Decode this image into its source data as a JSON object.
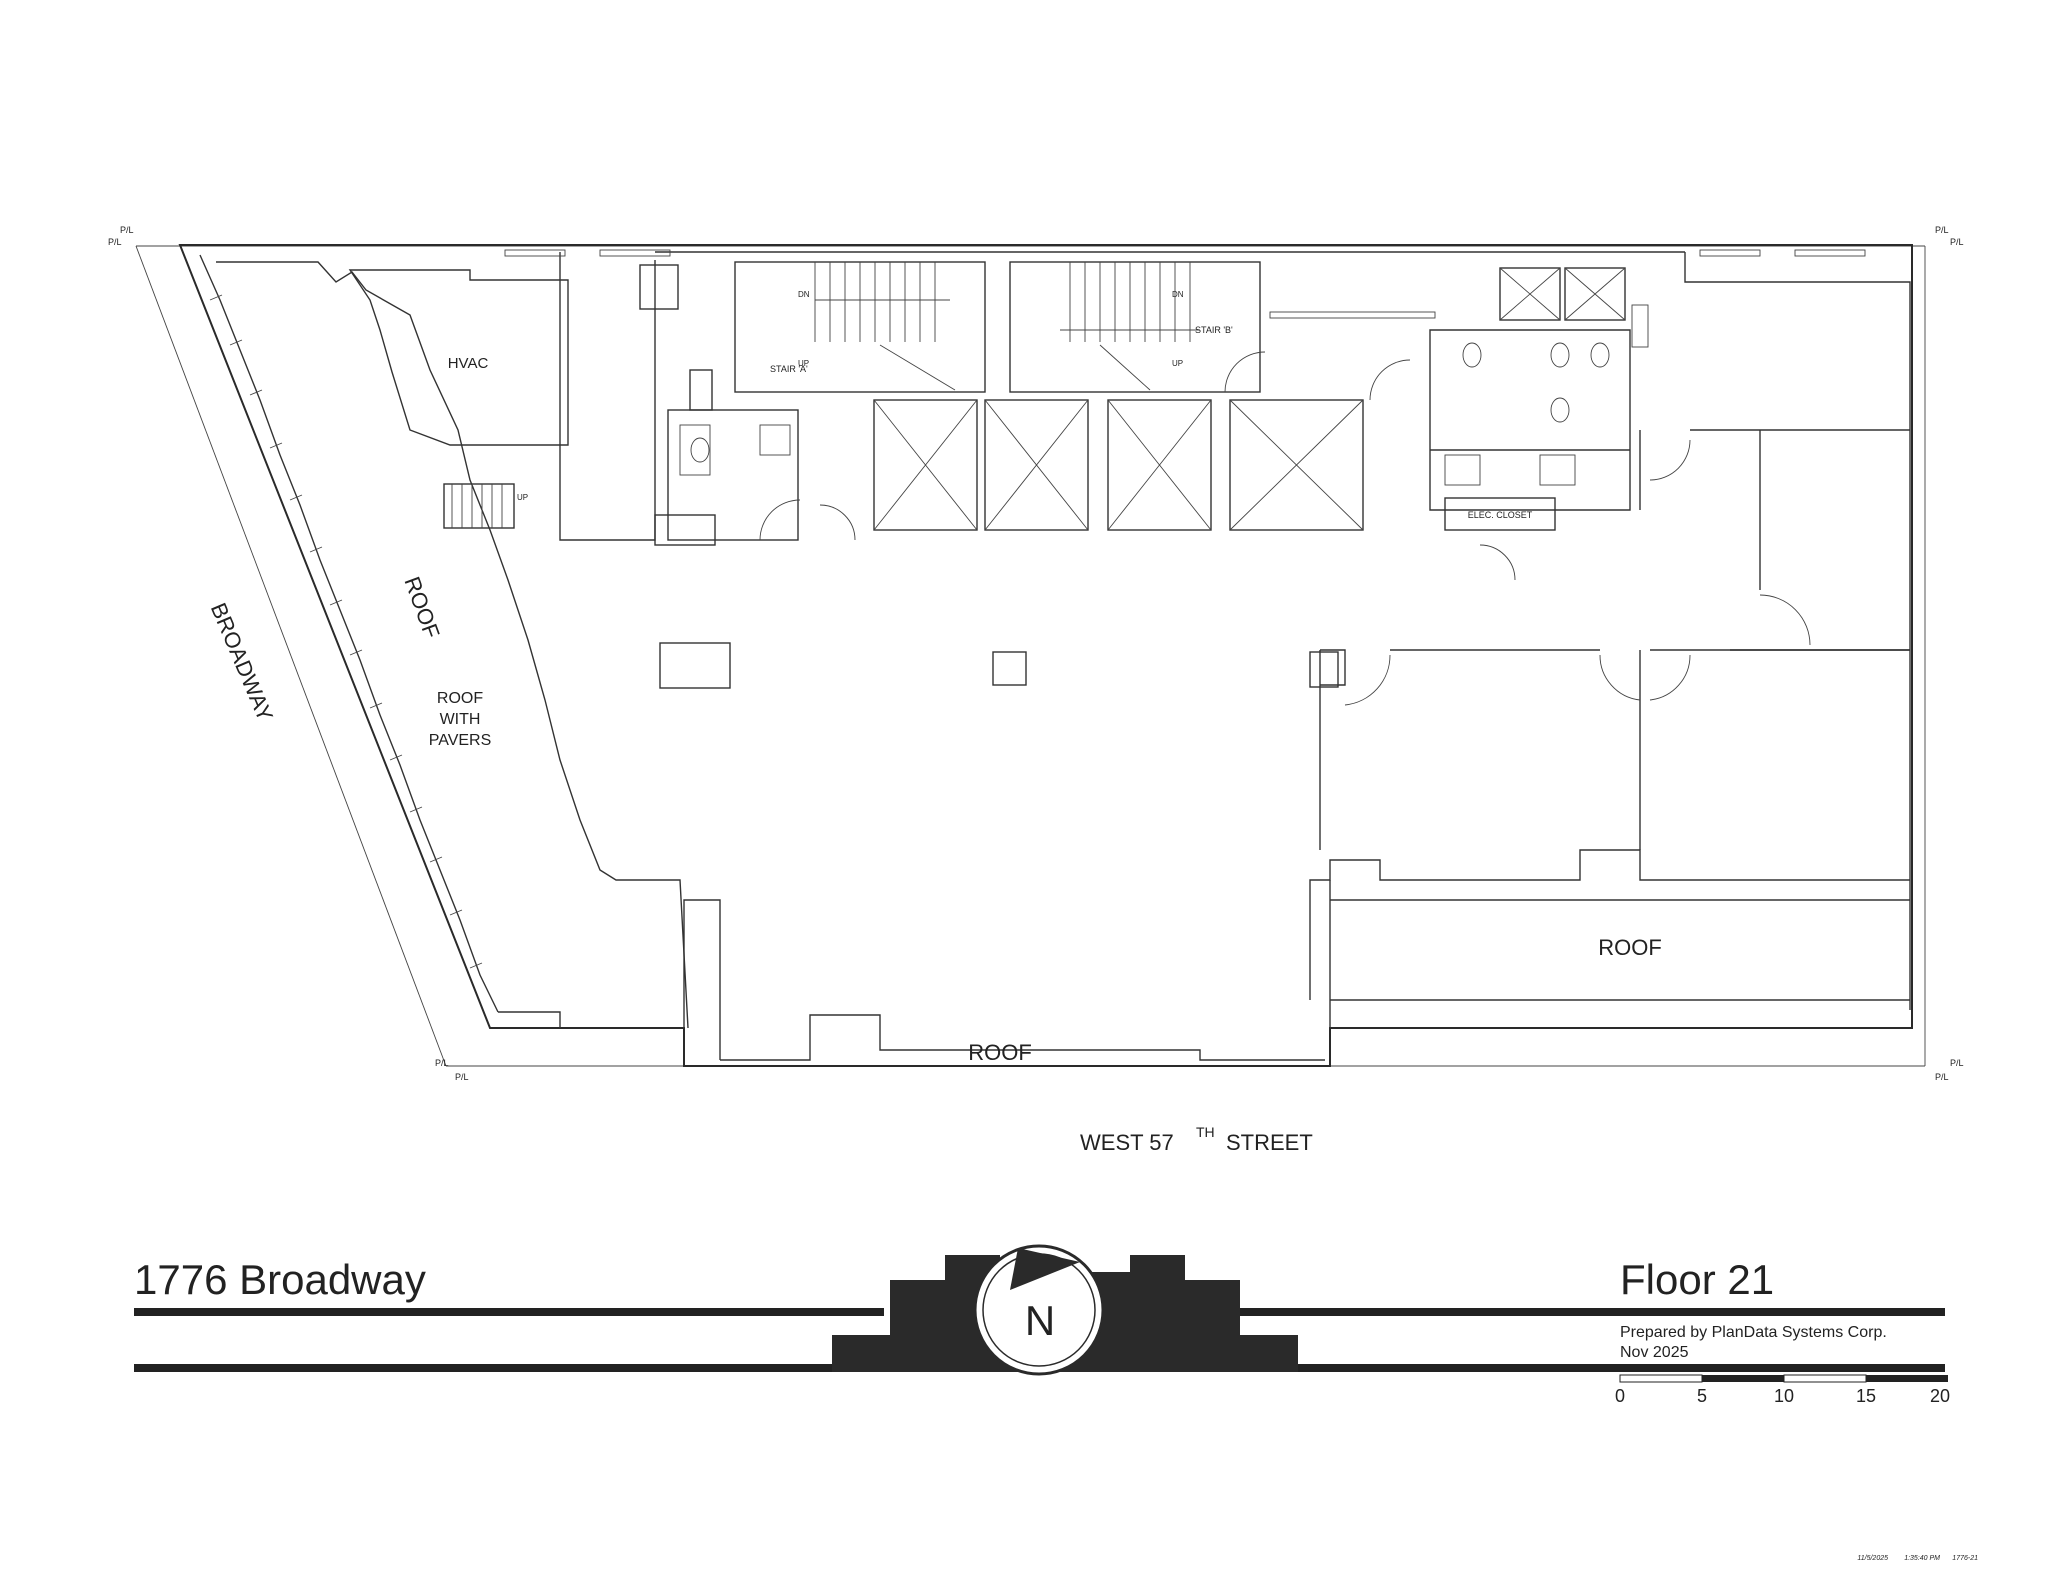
{
  "building": "1776 Broadway",
  "floor": "Floor 21",
  "prepared_by": "Prepared by PlanData Systems Corp.",
  "date": "Nov 2025",
  "north_letter": "N",
  "street_south": {
    "name": "WEST 57",
    "sup": "TH",
    "suffix": "STREET"
  },
  "street_west": "BROADWAY",
  "property_line": "P/L",
  "rooms": {
    "hvac": "HVAC",
    "stair_a": "STAIR 'A'",
    "stair_b": "STAIR 'B'",
    "elec_closet": "ELEC. CLOSET",
    "roof": "ROOF",
    "roof_pavers_1": "ROOF",
    "roof_pavers_2": "WITH",
    "roof_pavers_3": "PAVERS",
    "up": "UP",
    "dn": "DN"
  },
  "scale": {
    "ticks": [
      "0",
      "5",
      "10",
      "15",
      "20"
    ]
  },
  "stamp": {
    "date": "11/5/2025",
    "time": "1:35:40 PM",
    "code": "1776-21"
  }
}
